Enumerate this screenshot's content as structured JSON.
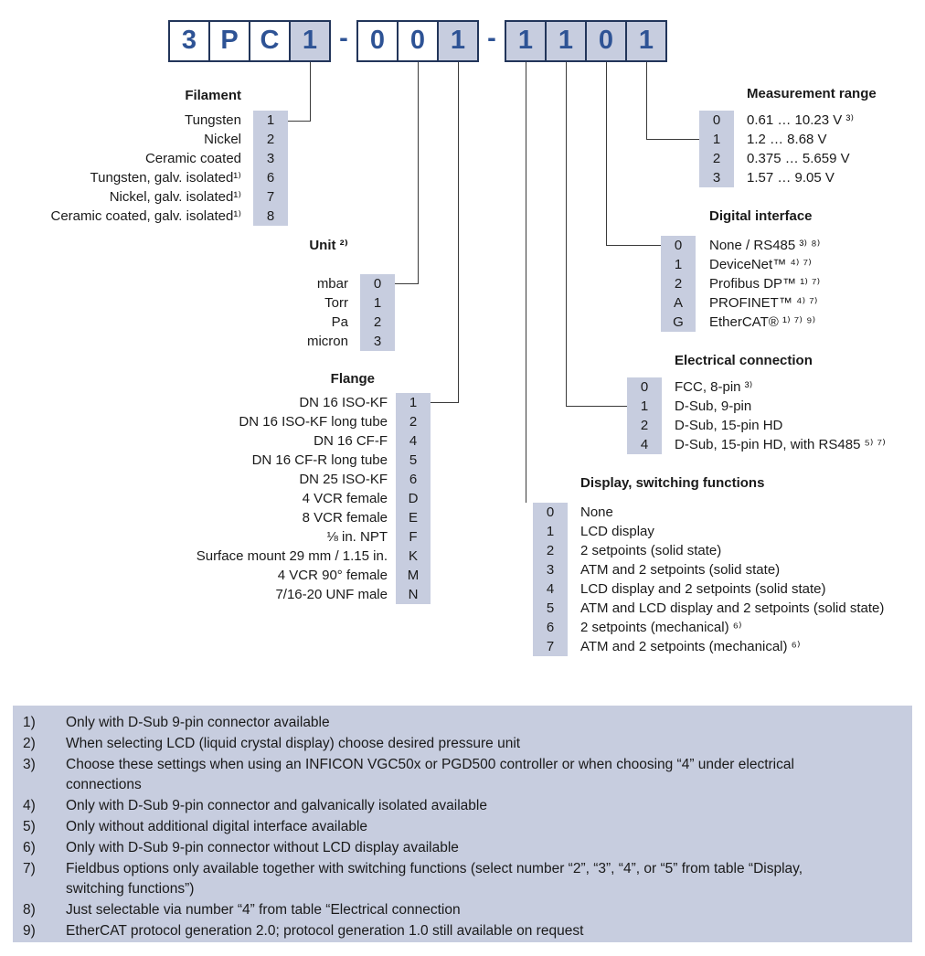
{
  "colors": {
    "highlight": "#c7cddf",
    "code_text": "#2e5395",
    "box_border": "#22355a",
    "connector_line": "#3a3a3a",
    "footnote_bg": "#c7cddf"
  },
  "part_code": {
    "value": "3PC1-001-1101",
    "chars": [
      "3",
      "P",
      "C",
      "1",
      "-",
      "0",
      "0",
      "1",
      "-",
      "1",
      "1",
      "0",
      "1"
    ]
  },
  "filament": {
    "title": "Filament",
    "rows": [
      {
        "label": "Tungsten",
        "value": "1"
      },
      {
        "label": "Nickel",
        "value": "2"
      },
      {
        "label": "Ceramic coated",
        "value": "3"
      },
      {
        "label": "Tungsten, galv. isolated¹⁾",
        "value": "6"
      },
      {
        "label": "Nickel, galv. isolated¹⁾",
        "value": "7"
      },
      {
        "label": "Ceramic coated, galv. isolated¹⁾",
        "value": "8"
      }
    ]
  },
  "unit": {
    "title": "Unit ²⁾",
    "rows": [
      {
        "label": "mbar",
        "value": "0"
      },
      {
        "label": "Torr",
        "value": "1"
      },
      {
        "label": "Pa",
        "value": "2"
      },
      {
        "label": "micron",
        "value": "3"
      }
    ]
  },
  "flange": {
    "title": "Flange",
    "rows": [
      {
        "label": "DN 16 ISO-KF",
        "value": "1"
      },
      {
        "label": "DN 16 ISO-KF long tube",
        "value": "2"
      },
      {
        "label": "DN 16 CF-F",
        "value": "4"
      },
      {
        "label": "DN 16 CF-R long tube",
        "value": "5"
      },
      {
        "label": "DN 25 ISO-KF",
        "value": "6"
      },
      {
        "label": "4 VCR female",
        "value": "D"
      },
      {
        "label": "8 VCR female",
        "value": "E"
      },
      {
        "label": "⅛ in. NPT",
        "value": "F"
      },
      {
        "label": "Surface mount 29 mm / 1.15 in.",
        "value": "K"
      },
      {
        "label": "4 VCR 90° female",
        "value": "M"
      },
      {
        "label": "7/16-20 UNF male",
        "value": "N"
      }
    ]
  },
  "measurement_range": {
    "title": "Measurement range",
    "rows": [
      {
        "value": "0",
        "label": "0.61 … 10.23 V ³⁾"
      },
      {
        "value": "1",
        "label": "1.2 … 8.68 V"
      },
      {
        "value": "2",
        "label": "0.375 … 5.659 V"
      },
      {
        "value": "3",
        "label": "1.57 … 9.05 V"
      }
    ]
  },
  "digital_interface": {
    "title": "Digital interface",
    "rows": [
      {
        "value": "0",
        "label": "None / RS485 ³⁾ ⁸⁾"
      },
      {
        "value": "1",
        "label": "DeviceNet™ ⁴⁾ ⁷⁾"
      },
      {
        "value": "2",
        "label": "Profibus DP™ ¹⁾ ⁷⁾"
      },
      {
        "value": "A",
        "label": "PROFINET™ ⁴⁾ ⁷⁾"
      },
      {
        "value": "G",
        "label": "EtherCAT® ¹⁾ ⁷⁾ ⁹⁾"
      }
    ]
  },
  "electrical_connection": {
    "title": "Electrical connection",
    "rows": [
      {
        "value": "0",
        "label": "FCC, 8-pin ³⁾"
      },
      {
        "value": "1",
        "label": "D-Sub, 9-pin"
      },
      {
        "value": "2",
        "label": "D-Sub, 15-pin HD"
      },
      {
        "value": "4",
        "label": "D-Sub, 15-pin HD, with RS485 ⁵⁾ ⁷⁾"
      }
    ]
  },
  "display_switching": {
    "title": "Display, switching functions",
    "rows": [
      {
        "value": "0",
        "label": "None"
      },
      {
        "value": "1",
        "label": "LCD display"
      },
      {
        "value": "2",
        "label": "2 setpoints (solid state)"
      },
      {
        "value": "3",
        "label": "ATM and 2 setpoints (solid state)"
      },
      {
        "value": "4",
        "label": "LCD display and 2 setpoints (solid state)"
      },
      {
        "value": "5",
        "label": "ATM and LCD display and 2 setpoints (solid state)"
      },
      {
        "value": "6",
        "label": "2 setpoints (mechanical) ⁶⁾"
      },
      {
        "value": "7",
        "label": "ATM and 2 setpoints (mechanical) ⁶⁾"
      }
    ]
  },
  "footnotes": [
    {
      "num": "1)",
      "text": "Only with D-Sub 9-pin connector available"
    },
    {
      "num": "2)",
      "text": "When selecting LCD (liquid crystal display) choose desired pressure unit"
    },
    {
      "num": "3)",
      "text": "Choose these settings when using an INFICON VGC50x or PGD500 controller or when choosing “4” under electrical connections"
    },
    {
      "num": "4)",
      "text": "Only with D-Sub 9-pin connector and galvanically isolated available"
    },
    {
      "num": "5)",
      "text": "Only without additional digital interface available"
    },
    {
      "num": "6)",
      "text": "Only with D-Sub 9-pin connector without LCD display available"
    },
    {
      "num": "7)",
      "text": "Fieldbus options only available together with switching functions (select number “2”, “3”, “4”, or “5” from table “Display, switching functions”)"
    },
    {
      "num": "8)",
      "text": "Just selectable via number “4” from table “Electrical connection"
    },
    {
      "num": "9)",
      "text": "EtherCAT protocol generation 2.0; protocol generation 1.0 still available on request"
    }
  ]
}
